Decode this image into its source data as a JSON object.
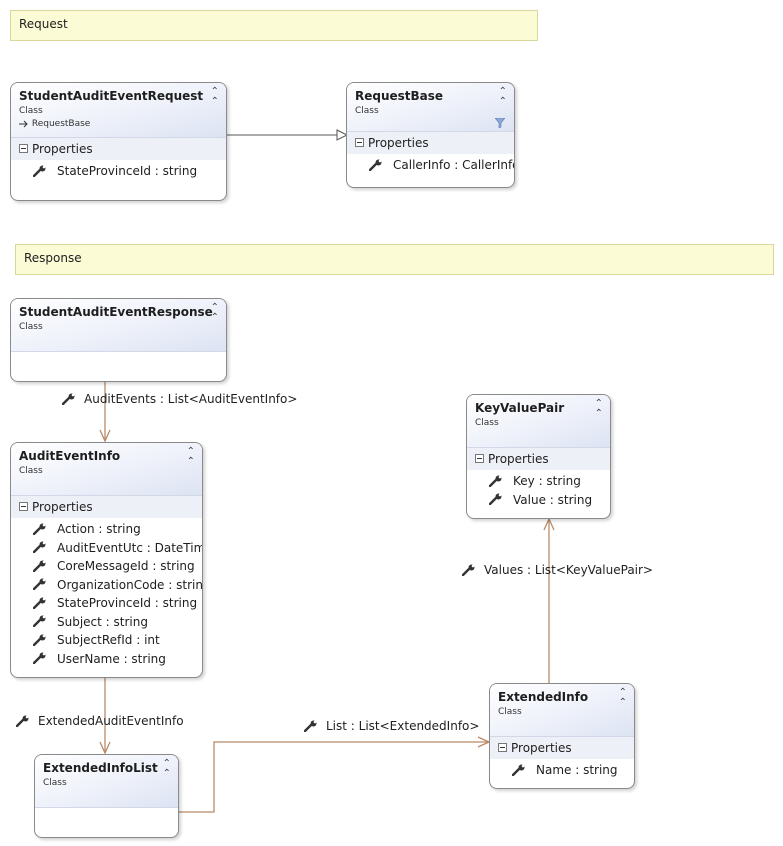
{
  "notes": {
    "request": "Request",
    "response": "Response"
  },
  "classes": {
    "student_audit_event_request": {
      "name": "StudentAuditEventRequest",
      "kind": "Class",
      "base": "RequestBase",
      "section": "Properties",
      "properties": [
        "StateProvinceId : string"
      ]
    },
    "request_base": {
      "name": "RequestBase",
      "kind": "Class",
      "section": "Properties",
      "properties": [
        "CallerInfo : CallerInfo"
      ]
    },
    "student_audit_event_response": {
      "name": "StudentAuditEventResponse",
      "kind": "Class"
    },
    "audit_event_info": {
      "name": "AuditEventInfo",
      "kind": "Class",
      "section": "Properties",
      "properties": [
        "Action : string",
        "AuditEventUtc : DateTime",
        "CoreMessageId : string",
        "OrganizationCode : string",
        "StateProvinceId : string",
        "Subject : string",
        "SubjectRefId : int",
        "UserName : string"
      ]
    },
    "key_value_pair": {
      "name": "KeyValuePair",
      "kind": "Class",
      "section": "Properties",
      "properties": [
        "Key : string",
        "Value : string"
      ]
    },
    "extended_info": {
      "name": "ExtendedInfo",
      "kind": "Class",
      "section": "Properties",
      "properties": [
        "Name : string"
      ]
    },
    "extended_info_list": {
      "name": "ExtendedInfoList",
      "kind": "Class"
    }
  },
  "associations": {
    "audit_events": "AuditEvents : List<AuditEventInfo>",
    "values": "Values : List<KeyValuePair>",
    "extended_audit_event_info": "ExtendedAuditEventInfo",
    "list": "List : List<ExtendedInfo>"
  },
  "icons": {
    "property": "wrench-icon",
    "collapse": "double-chevron-up-icon",
    "section_toggle": "minus-box-icon",
    "inheritance": "arrow-icon",
    "filter": "filter-icon"
  },
  "colors": {
    "note_bg": "#fbfbd6",
    "association_line": "#b98a68",
    "inheritance_line": "#555555",
    "class_header": "#dde3f3"
  }
}
